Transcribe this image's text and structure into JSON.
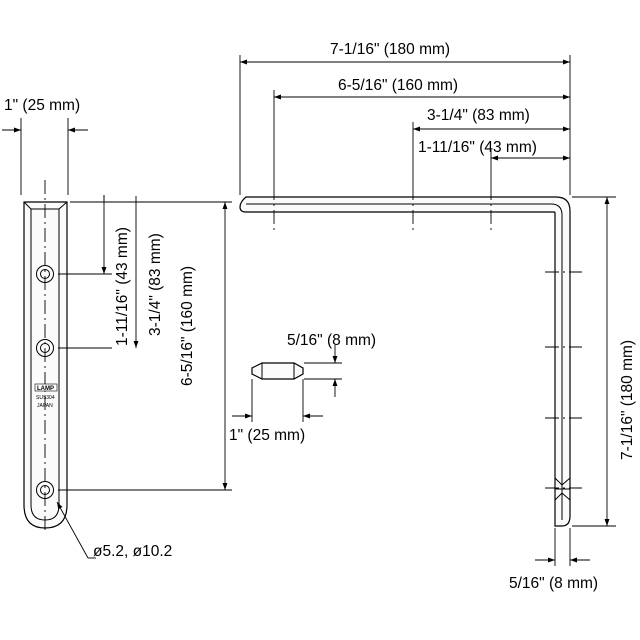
{
  "top_view": {
    "overall_width": "7-1/16\" (180 mm)",
    "hole_span_outer": "6-5/16\" (160 mm)",
    "hole_span_mid": "3-1/4\" (83 mm)",
    "hole_span_inner": "1-11/16\" (43 mm)"
  },
  "right_view": {
    "overall_height": "7-1/16\" (180 mm)",
    "thickness": "5/16\" (8 mm)"
  },
  "cross_section": {
    "thickness": "5/16\" (8 mm)",
    "width": "1\" (25 mm)"
  },
  "front_view": {
    "width": "1\" (25 mm)",
    "hole_inner": "1-11/16\" (43 mm)",
    "hole_mid": "3-1/4\" (83 mm)",
    "hole_outer": "6-5/16\" (160 mm)",
    "hole_diameters": "ø5.2, ø10.2",
    "stamp": {
      "brand": "LAMP",
      "material": "SUS304",
      "origin": "JAPAN"
    }
  }
}
